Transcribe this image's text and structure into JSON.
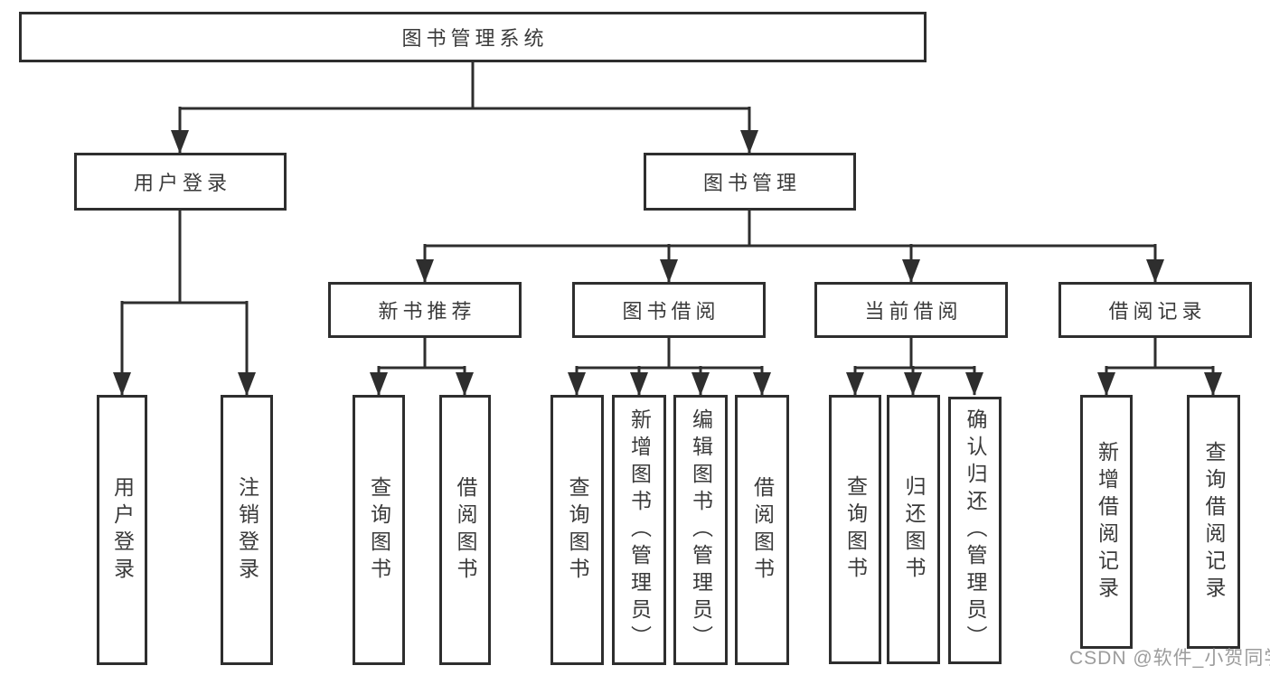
{
  "tree": {
    "label": "图书管理系统",
    "children": [
      {
        "label": "用户登录",
        "children": [
          {
            "label": "用户登录"
          },
          {
            "label": "注销登录"
          }
        ]
      },
      {
        "label": "图书管理",
        "children": [
          {
            "label": "新书推荐",
            "children": [
              {
                "label": "查询图书"
              },
              {
                "label": "借阅图书"
              }
            ]
          },
          {
            "label": "图书借阅",
            "children": [
              {
                "label": "查询图书"
              },
              {
                "label": "新增图书（管理员）"
              },
              {
                "label": "编辑图书（管理员）"
              },
              {
                "label": "借阅图书"
              }
            ]
          },
          {
            "label": "当前借阅",
            "children": [
              {
                "label": "查询图书"
              },
              {
                "label": "归还图书"
              },
              {
                "label": "确认归还（管理员）"
              }
            ]
          },
          {
            "label": "借阅记录",
            "children": [
              {
                "label": "新增借阅记录"
              },
              {
                "label": "查询借阅记录"
              }
            ]
          }
        ]
      }
    ]
  },
  "watermark": "CSDN @软件_小贺同学",
  "colors": {
    "line": "#2e2e2e",
    "text": "#3a3a3a",
    "watermark": "#9c9c9c",
    "background": "#ffffff"
  }
}
